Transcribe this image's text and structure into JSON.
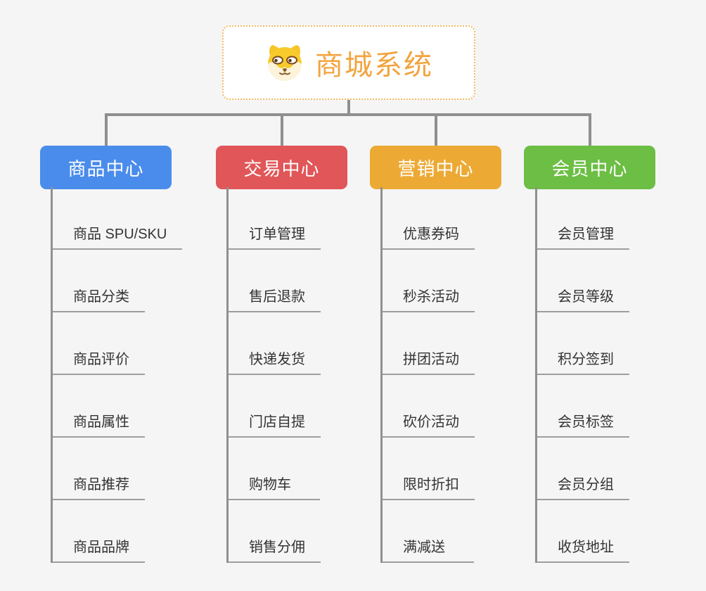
{
  "root": {
    "title": "商城系统",
    "icon": "dog-face-icon",
    "accent_color": "#f2a43e",
    "border_color": "#f3ba62"
  },
  "connector_color": "#8f8f8f",
  "underline_color": "#9e9e9e",
  "background_color": "#f5f5f6",
  "branches": [
    {
      "label": "商品中心",
      "color": "#4a8ceb",
      "items": [
        "商品 SPU/SKU",
        "商品分类",
        "商品评价",
        "商品属性",
        "商品推荐",
        "商品品牌"
      ]
    },
    {
      "label": "交易中心",
      "color": "#e15658",
      "items": [
        "订单管理",
        "售后退款",
        "快递发货",
        "门店自提",
        "购物车",
        "销售分佣"
      ]
    },
    {
      "label": "营销中心",
      "color": "#ecaa35",
      "items": [
        "优惠券码",
        "秒杀活动",
        "拼团活动",
        "砍价活动",
        "限时折扣",
        "满减送"
      ]
    },
    {
      "label": "会员中心",
      "color": "#6cbe44",
      "items": [
        "会员管理",
        "会员等级",
        "积分签到",
        "会员标签",
        "会员分组",
        "收货地址"
      ]
    }
  ]
}
